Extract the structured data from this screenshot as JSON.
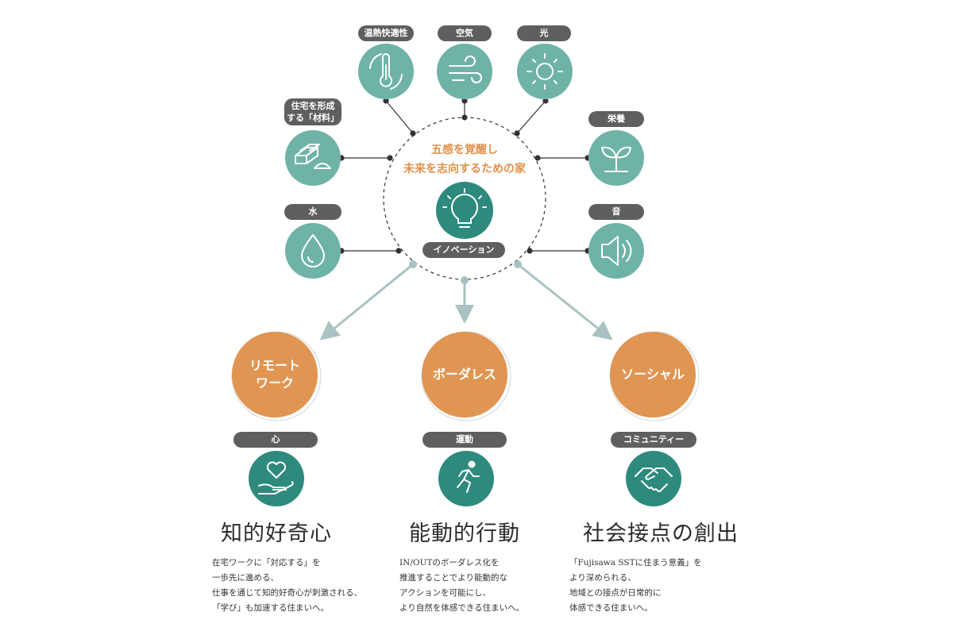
{
  "colors": {
    "teal": "#6fb3a6",
    "teal_dark": "#2e8a7d",
    "orange": "#e09552",
    "tag_bg": "#5f5f5f",
    "arrow": "#a9c2c1",
    "center_text": "#e0904a"
  },
  "center": {
    "title": "五感を覚醒し\n未来を志向するための家",
    "innovation_label": "イノベーション",
    "icon": "lightbulb-icon"
  },
  "senses": {
    "thermal": {
      "label": "温熱快適性",
      "icon": "thermometer-icon"
    },
    "air": {
      "label": "空気",
      "icon": "wind-icon"
    },
    "light": {
      "label": "光",
      "icon": "sun-icon"
    },
    "materials": {
      "label": "住宅を形成\nする「材料」",
      "icon": "bricks-icon"
    },
    "nutrition": {
      "label": "栄養",
      "icon": "sprout-icon"
    },
    "water": {
      "label": "水",
      "icon": "water-drop-icon"
    },
    "sound": {
      "label": "音",
      "icon": "speaker-icon"
    }
  },
  "outcomes": [
    {
      "key": "remote",
      "title": "リモート\nワーク",
      "tag": "心",
      "icon": "heart-hand-icon",
      "heading": "知的好奇心",
      "description": "在宅ワークに「対応する」を\n一歩先に進める、\n仕事を通じて知的好奇心が刺激される、\n「学び」も加速する住まいへ。"
    },
    {
      "key": "borderless",
      "title": "ボーダレス",
      "tag": "運動",
      "icon": "running-person-icon",
      "heading": "能動的行動",
      "description": "IN/OUTのボーダレス化を\n推進することでより能動的な\nアクションを可能にし、\nより自然を体感できる住まいへ。"
    },
    {
      "key": "social",
      "title": "ソーシャル",
      "tag": "コミュニティー",
      "icon": "handshake-icon",
      "heading": "社会接点の創出",
      "description": "「Fujisawa SSTに住まう意義」を\nより深められる、\n地域との接点が日常的に\n体感できる住まいへ。"
    }
  ]
}
